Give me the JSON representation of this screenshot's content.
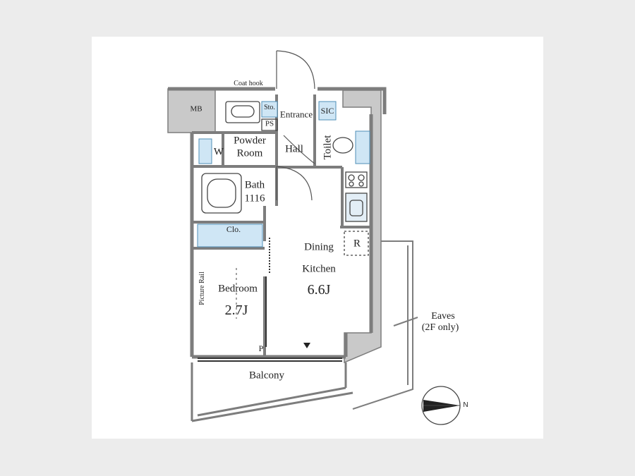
{
  "rooms": {
    "mb": "MB",
    "coat_hook": "Coat hook",
    "storage": "Sto.",
    "entrance": "Entrance",
    "sic": "SIC",
    "ps": "PS",
    "w": "W",
    "powder_room_1": "Powder",
    "powder_room_2": "Room",
    "hall": "Hall",
    "toilet": "Toilet",
    "bath_1": "Bath",
    "bath_2": "1116",
    "closet": "Clo.",
    "dining_1": "Dining",
    "dining_2": "Kitchen",
    "dining_size": "6.6J",
    "refrigerator": "R",
    "picture_rail": "Picture Rail",
    "bedroom": "Bedroom",
    "bedroom_size": "2.7J",
    "pipe": "P",
    "balcony": "Balcony",
    "eaves_1": "Eaves",
    "eaves_2": "(2F only)",
    "north": "N"
  },
  "colors": {
    "wall": "#7d7d7d",
    "wall_fill": "#c9c9c9",
    "storage_blue": "#cfe6f5",
    "line": "#333333",
    "text": "#222222"
  }
}
